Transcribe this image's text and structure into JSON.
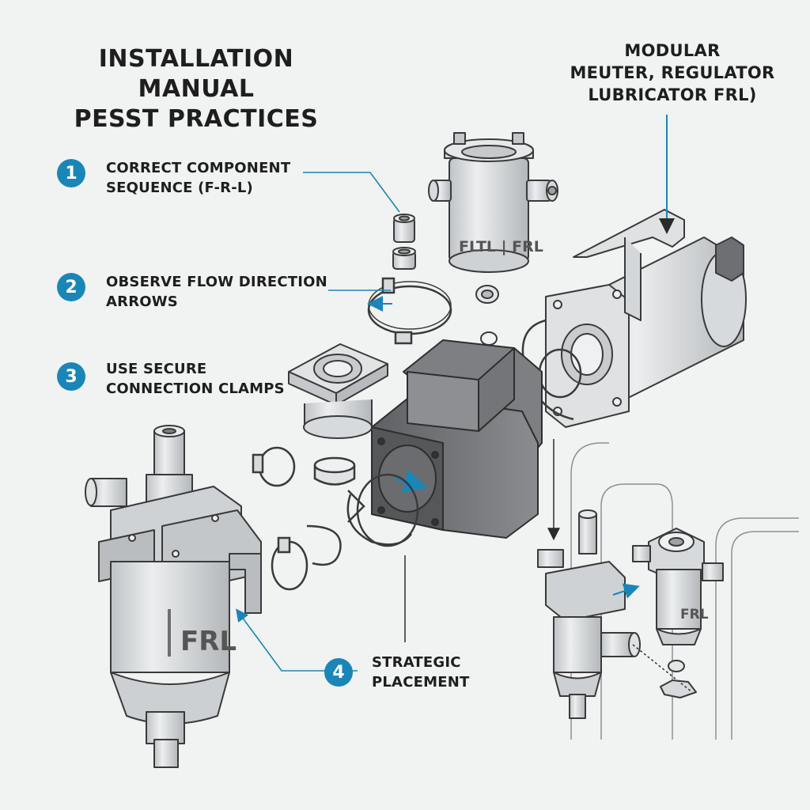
{
  "title": {
    "line1": "INSTALLATION MANUAL",
    "line2": "PESST PRACTICES"
  },
  "product_label": {
    "line1": "MODULAR",
    "line2": "MEUTER, REGULATOR",
    "line3": "LUBRICATOR FRL)"
  },
  "steps": [
    {
      "number": "1",
      "line1": "CORRECT COMPONENT",
      "line2": "SEQUENCE (F-R-L)"
    },
    {
      "number": "2",
      "line1": "OBSERVE FLOW DIRECTION",
      "line2": "ARROWS"
    },
    {
      "number": "3",
      "line1": "USE SECURE",
      "line2": "CONNECTION CLAMPS"
    },
    {
      "number": "4",
      "line1": "STRATEGIC",
      "line2": "PLACEMENT"
    }
  ],
  "part_markings": {
    "top_unit": "FLTL | FRL",
    "main_unit": "FRL",
    "mini_unit": "FRL"
  },
  "colors": {
    "accent": "#1a86b8",
    "line": "#3a3a3a",
    "part_fill": "#d9dcde",
    "dark_fill": "#6d6f72",
    "background": "#f1f2f2"
  }
}
